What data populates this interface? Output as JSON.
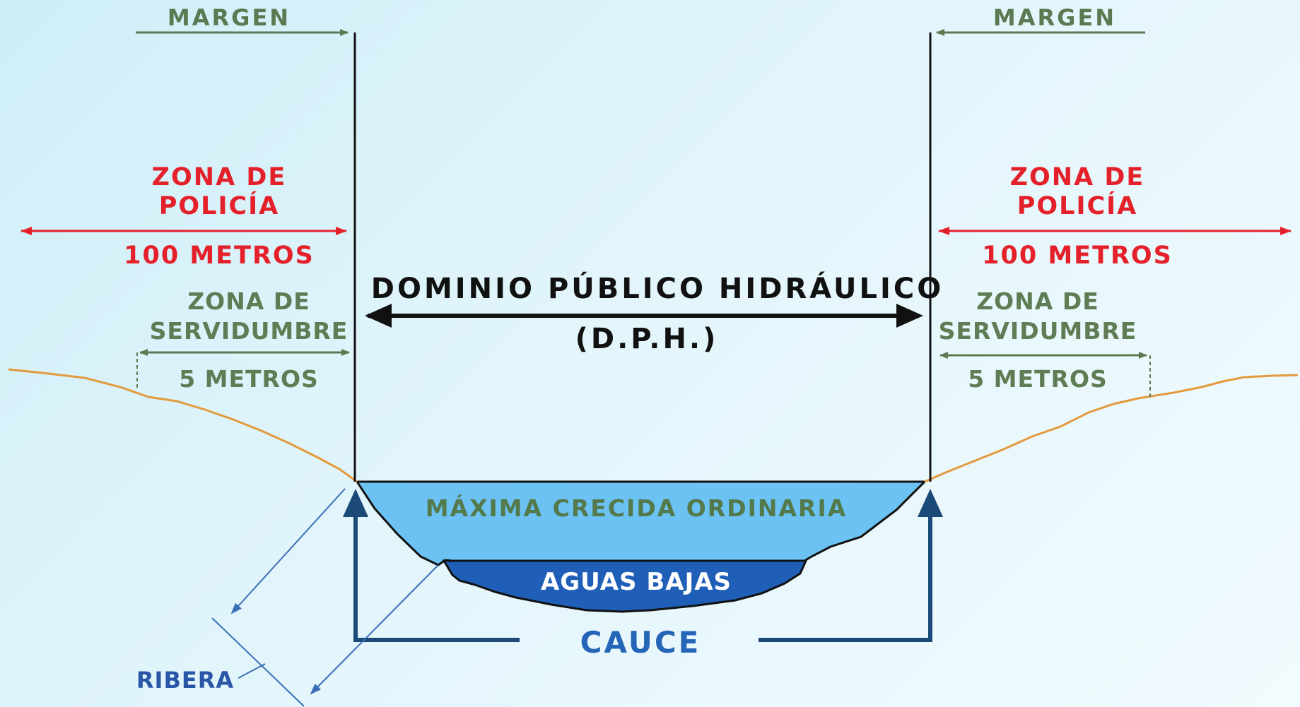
{
  "margen_left": "MARGEN",
  "margen_right": "MARGEN",
  "policia_left": {
    "line1": "ZONA DE",
    "line2": "POLICÍA",
    "distance": "100 METROS"
  },
  "policia_right": {
    "line1": "ZONA DE",
    "line2": "POLICÍA",
    "distance": "100 METROS"
  },
  "servidumbre_left": {
    "line1": "ZONA DE",
    "line2": "SERVIDUMBRE",
    "distance": "5 METROS"
  },
  "servidumbre_right": {
    "line1": "ZONA DE",
    "line2": "SERVIDUMBRE",
    "distance": "5 METROS"
  },
  "dph": {
    "title": "DOMINIO PÚBLICO HIDRÁULICO",
    "abbr": "(D.P.H.)"
  },
  "maxima": "MÁXIMA CRECIDA ORDINARIA",
  "aguas_bajas": "AGUAS BAJAS",
  "cauce": "CAUCE",
  "ribera": "RIBERA",
  "colors": {
    "red": "#e4202a",
    "green": "#5b7a52",
    "terrain": "#e29a3d",
    "light_water": "#6cc3f3",
    "dark_water": "#1f5fb8",
    "navy": "#1b4a78",
    "cauce": "#2465b8"
  }
}
